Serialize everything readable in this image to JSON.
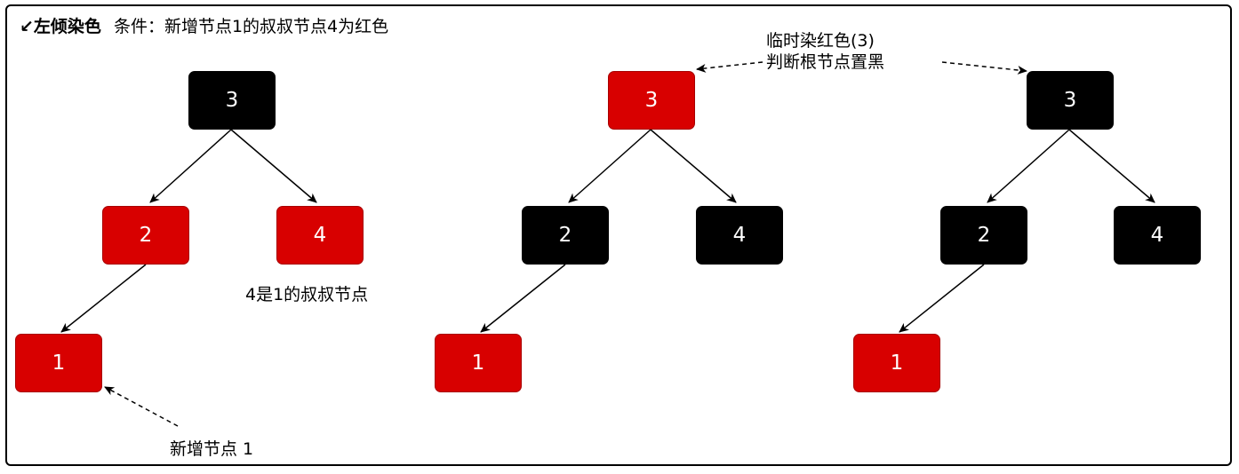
{
  "title": {
    "bold": "↙左倾染色",
    "condition": "条件：新增节点1的叔叔节点4为红色"
  },
  "colors": {
    "red": "#d80000",
    "black": "#000000"
  },
  "panels": [
    {
      "nodes": [
        {
          "id": "3",
          "label": "3",
          "color": "black"
        },
        {
          "id": "2",
          "label": "2",
          "color": "red"
        },
        {
          "id": "4",
          "label": "4",
          "color": "red"
        },
        {
          "id": "1",
          "label": "1",
          "color": "red"
        }
      ]
    },
    {
      "nodes": [
        {
          "id": "3",
          "label": "3",
          "color": "red"
        },
        {
          "id": "2",
          "label": "2",
          "color": "black"
        },
        {
          "id": "4",
          "label": "4",
          "color": "black"
        },
        {
          "id": "1",
          "label": "1",
          "color": "red"
        }
      ]
    },
    {
      "nodes": [
        {
          "id": "3",
          "label": "3",
          "color": "black"
        },
        {
          "id": "2",
          "label": "2",
          "color": "black"
        },
        {
          "id": "4",
          "label": "4",
          "color": "black"
        },
        {
          "id": "1",
          "label": "1",
          "color": "red"
        }
      ]
    }
  ],
  "annotations": {
    "uncle": "4是1的叔叔节点",
    "new_node": "新增节点 1",
    "step_line1": "临时染红色(3)",
    "step_line2": "判断根节点置黑"
  }
}
